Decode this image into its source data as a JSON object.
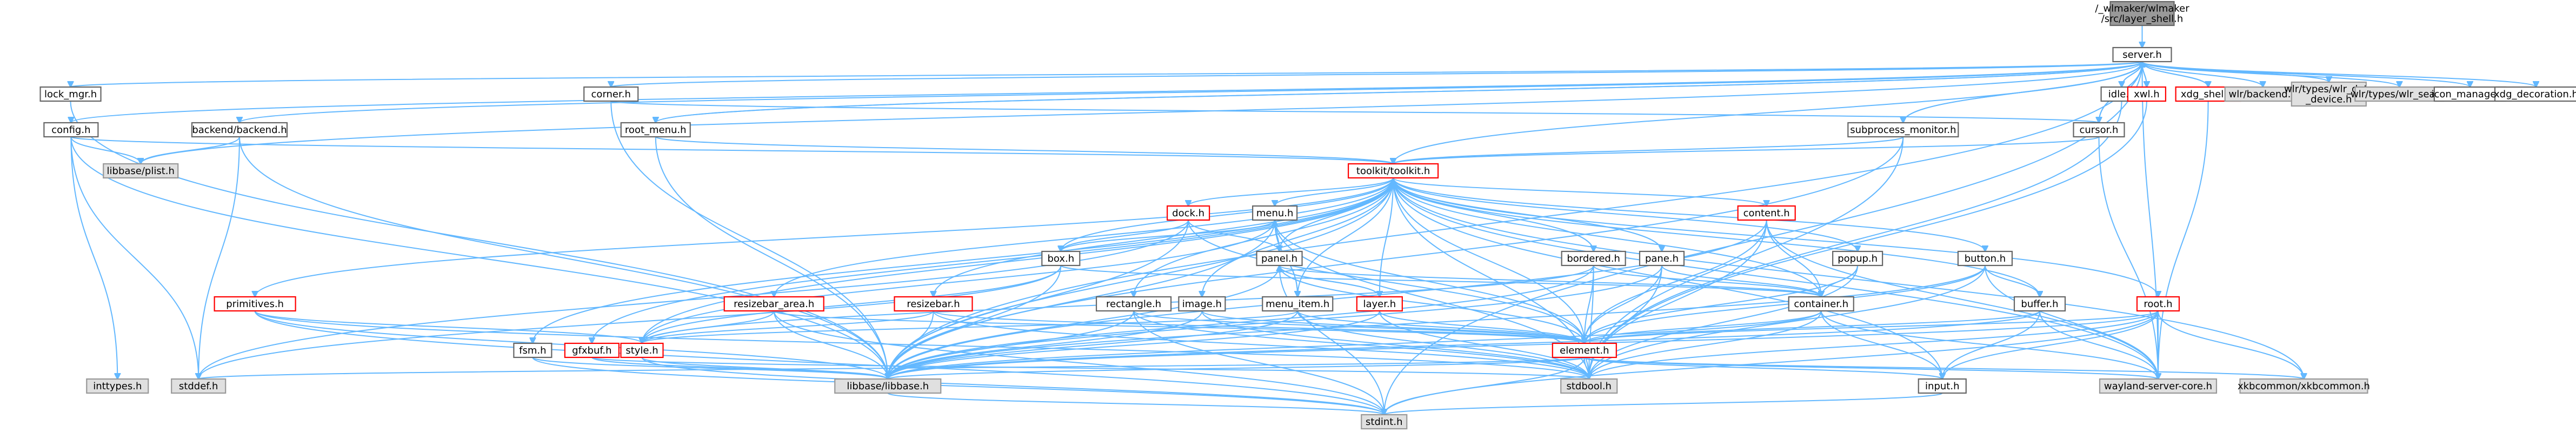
{
  "graph_title": "/_wlmaker/wlmaker/src/layer_shell.h",
  "colors": {
    "edge_blue": "#63b8ff",
    "edge_dark": "#404040",
    "edge_green": "#85a030",
    "edge_orange": "#f39c6b",
    "node_border": "#666666",
    "node_system_fill": "#e0e0e0",
    "node_system_border": "#999999",
    "node_link_border": "#ff0000",
    "root_fill": "#999999"
  },
  "nodes": {
    "root": [
      "/_wlmaker/wlmaker",
      "/src/layer_shell.h"
    ],
    "server": "server.h",
    "lock_mgr": "lock_mgr.h",
    "corner": "corner.h",
    "config": "config.h",
    "backend": "backend/backend.h",
    "root_menu": "root_menu.h",
    "cursor": "cursor.h",
    "subprocess_monitor": "subprocess_monitor.h",
    "idle": "idle.h",
    "xwl": "xwl.h",
    "xdg_shell": "xdg_shell.h",
    "wlr_backend": "wlr/backend.h",
    "wlr_data_device": [
      "wlr/types/wlr_data",
      "_device.h"
    ],
    "wlr_seat": "wlr/types/wlr_seat.h",
    "icon_manager": "icon_manager.h",
    "xdg_decoration": "xdg_decoration.h",
    "plist": "libbase/plist.h",
    "toolkit": "toolkit/toolkit.h",
    "dock": "dock.h",
    "menu": "menu.h",
    "content": "content.h",
    "box": "box.h",
    "panel": "panel.h",
    "bordered": "bordered.h",
    "pane": "pane.h",
    "popup": "popup.h",
    "button": "button.h",
    "primitives": "primitives.h",
    "resizebar_area": "resizebar_area.h",
    "resizebar": "resizebar.h",
    "rectangle": "rectangle.h",
    "image": "image.h",
    "menu_item": "menu_item.h",
    "layer": "layer.h",
    "container": "container.h",
    "buffer": "buffer.h",
    "root_h": "root.h",
    "fsm": "fsm.h",
    "gfxbuf": "gfxbuf.h",
    "style": "style.h",
    "element": "element.h",
    "inttypes": "inttypes.h",
    "stddef": "stddef.h",
    "libbase": "libbase/libbase.h",
    "stdbool": "stdbool.h",
    "input": "input.h",
    "wayland_server_core": "wayland-server-core.h",
    "xkbcommon": "xkbcommon/xkbcommon.h",
    "stdint": "stdint.h"
  }
}
